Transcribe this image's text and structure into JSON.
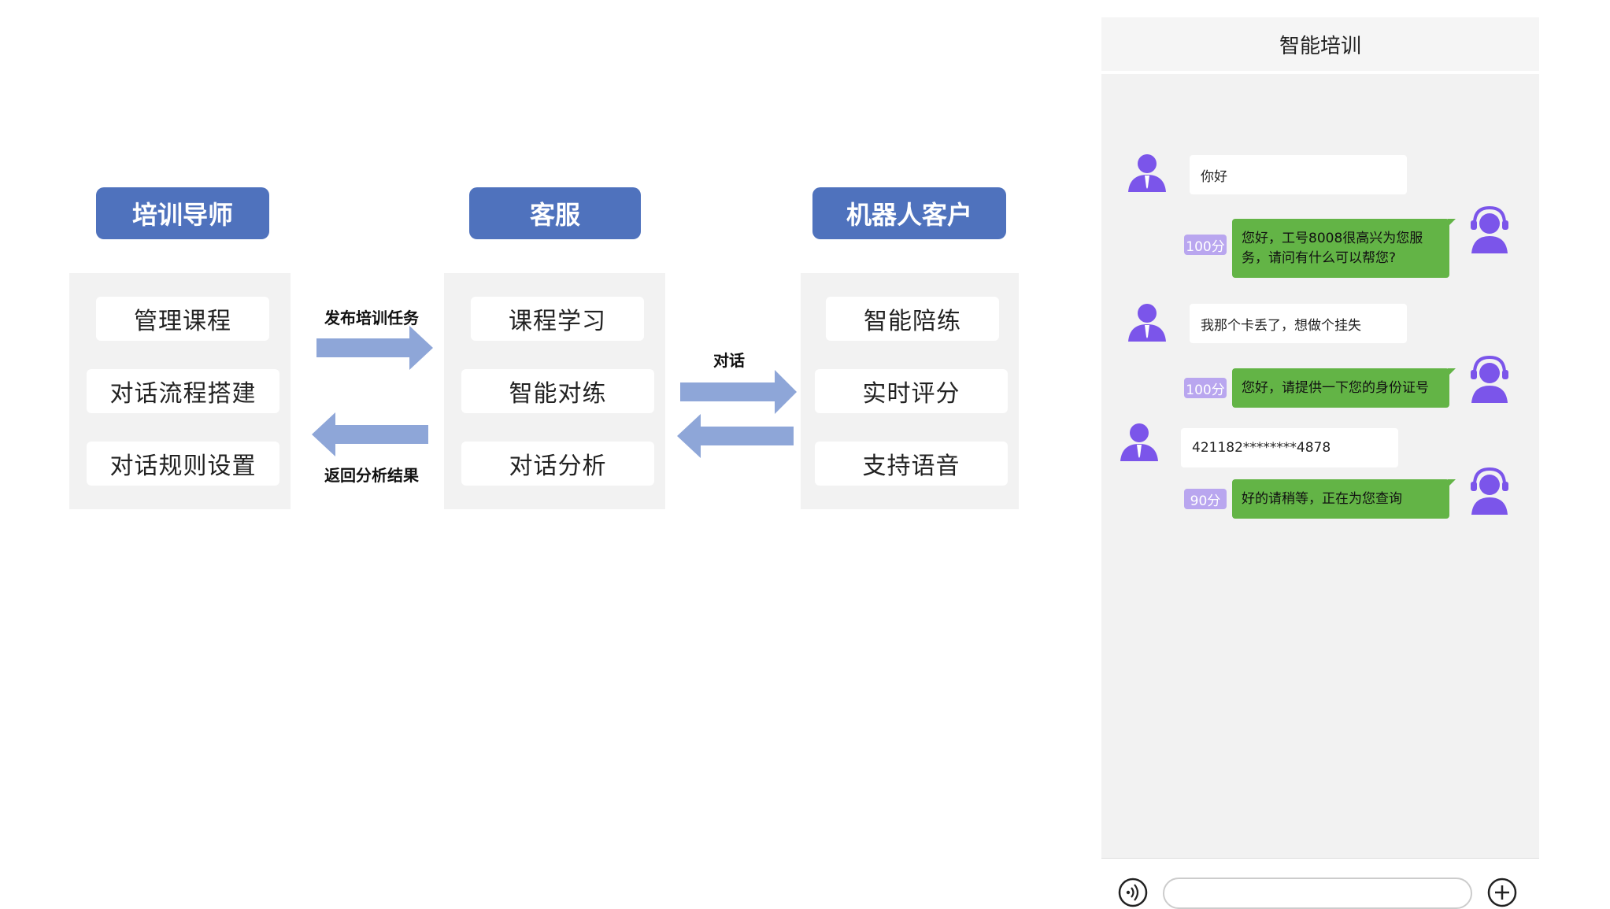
{
  "columns": [
    {
      "header": "培训导师",
      "items": [
        "管理课程",
        "对话流程搭建",
        "对话规则设置"
      ]
    },
    {
      "header": "客服",
      "items": [
        "课程学习",
        "智能对练",
        "对话分析"
      ]
    },
    {
      "header": "机器人客户",
      "items": [
        "智能陪练",
        "实时评分",
        "支持语音"
      ]
    }
  ],
  "arrows": {
    "publish_label": "发布培训任务",
    "return_label": "返回分析结果",
    "dialog_label": "对话"
  },
  "chat": {
    "title": "智能培训",
    "messages": [
      {
        "side": "customer",
        "text": "你好"
      },
      {
        "side": "agent",
        "score": "100分",
        "line1": "您好，工号8008很高兴为您服",
        "line2": "务，请问有什么可以帮您?"
      },
      {
        "side": "customer",
        "text": "我那个卡丢了，想做个挂失"
      },
      {
        "side": "agent",
        "score": "100分",
        "text": "您好，请提供一下您的身份证号"
      },
      {
        "side": "customer",
        "text": "421182********4878"
      },
      {
        "side": "agent",
        "score": "90分",
        "text": "好的请稍等，正在为您查询"
      }
    ],
    "input_placeholder": ""
  },
  "colors": {
    "header_blue": "#4f72bd",
    "arrow_blue": "#8ea6d8",
    "agent_bubble": "#63b446",
    "score_badge": "#b9a6ef",
    "avatar_purple": "#7b55ea"
  },
  "icons": [
    "customer-avatar-icon",
    "agent-headset-avatar-icon",
    "voice-icon",
    "plus-icon"
  ]
}
